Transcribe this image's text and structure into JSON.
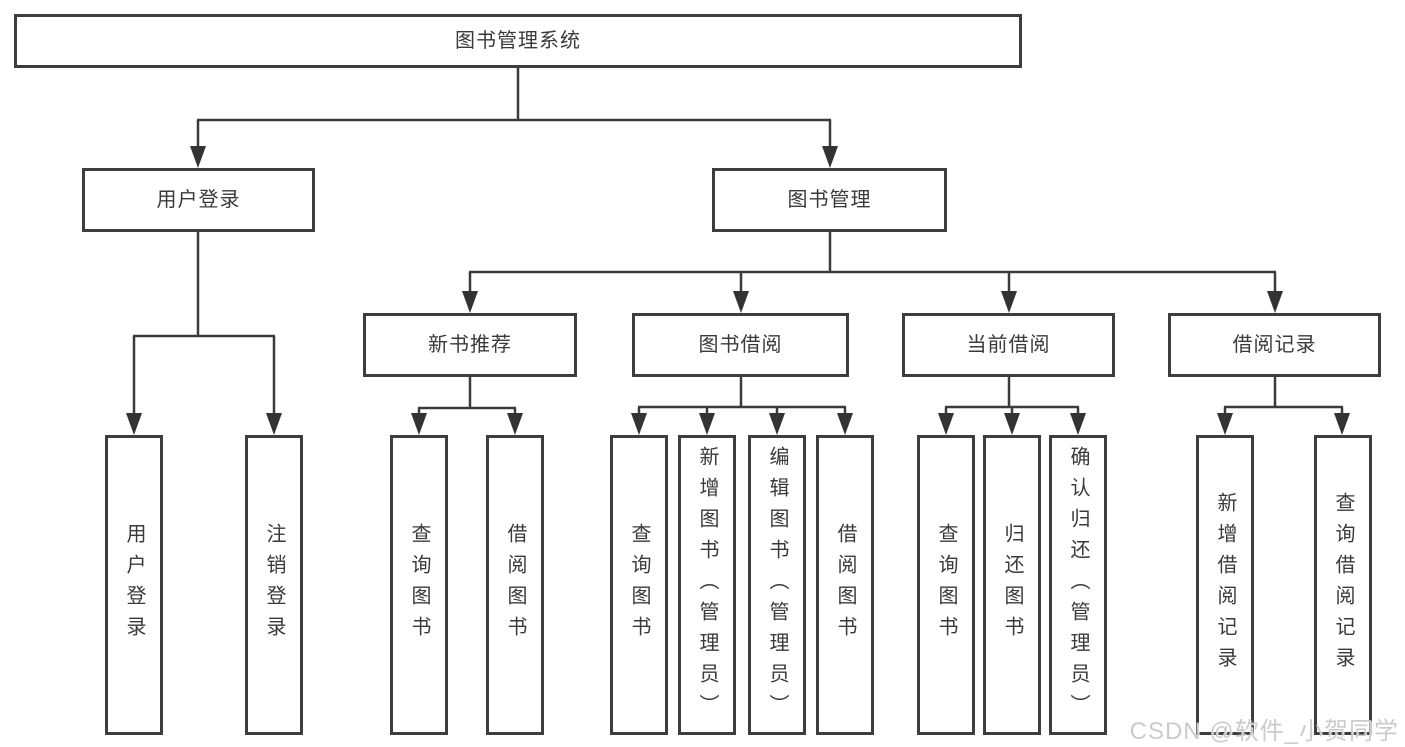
{
  "diagram": {
    "title": "图书管理系统",
    "root": {
      "label": "图书管理系统"
    },
    "level2": [
      {
        "id": "user-login",
        "label": "用户登录"
      },
      {
        "id": "book-management",
        "label": "图书管理"
      }
    ],
    "level3": [
      {
        "id": "new-book-recommend",
        "parent": "book-management",
        "label": "新书推荐"
      },
      {
        "id": "book-borrowing",
        "parent": "book-management",
        "label": "图书借阅"
      },
      {
        "id": "current-borrowing",
        "parent": "book-management",
        "label": "当前借阅"
      },
      {
        "id": "borrowing-records",
        "parent": "book-management",
        "label": "借阅记录"
      }
    ],
    "leaves": [
      {
        "id": "user-login-leaf",
        "parent": "user-login",
        "label": "用户登录"
      },
      {
        "id": "logout-leaf",
        "parent": "user-login",
        "label": "注销登录"
      },
      {
        "id": "query-books-1",
        "parent": "new-book-recommend",
        "label": "查询图书"
      },
      {
        "id": "borrow-books-1",
        "parent": "new-book-recommend",
        "label": "借阅图书"
      },
      {
        "id": "query-books-2",
        "parent": "book-borrowing",
        "label": "查询图书"
      },
      {
        "id": "add-books-admin",
        "parent": "book-borrowing",
        "label": "新增图书（管理员）"
      },
      {
        "id": "edit-books-admin",
        "parent": "book-borrowing",
        "label": "编辑图书（管理员）"
      },
      {
        "id": "borrow-books-2",
        "parent": "book-borrowing",
        "label": "借阅图书"
      },
      {
        "id": "query-books-3",
        "parent": "current-borrowing",
        "label": "查询图书"
      },
      {
        "id": "return-books",
        "parent": "current-borrowing",
        "label": "归还图书"
      },
      {
        "id": "confirm-return-admin",
        "parent": "current-borrowing",
        "label": "确认归还（管理员）"
      },
      {
        "id": "add-borrow-record",
        "parent": "borrowing-records",
        "label": "新增借阅记录"
      },
      {
        "id": "query-borrow-record",
        "parent": "borrowing-records",
        "label": "查询借阅记录"
      }
    ]
  },
  "watermark": {
    "text": "CSDN @软件_小贺同学"
  },
  "colors": {
    "line": "#3b3b3b",
    "border": "#3d3d3d",
    "text": "#3a3a3a",
    "watermark": "#c8c8c8",
    "background": "#ffffff"
  }
}
